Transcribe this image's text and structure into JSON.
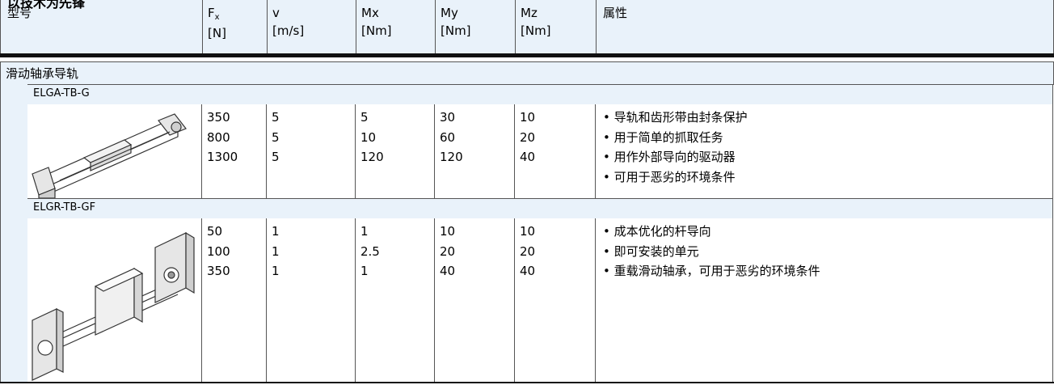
{
  "header": {
    "title": "以技术为先锋",
    "columns": {
      "type": "型号",
      "fx_main": "F",
      "fx_sub": "x",
      "fx_unit": "[N]",
      "v": "v",
      "v_unit": "[m/s]",
      "mx": "Mx",
      "mx_unit": "[Nm]",
      "my": "My",
      "my_unit": "[Nm]",
      "mz": "Mz",
      "mz_unit": "[Nm]",
      "properties": "属性"
    }
  },
  "section": {
    "label": "滑动轴承导轨"
  },
  "products": [
    {
      "name": "ELGA-TB-G",
      "fx": [
        "350",
        "800",
        "1300"
      ],
      "v": [
        "5",
        "5",
        "5"
      ],
      "mx": [
        "5",
        "10",
        "120"
      ],
      "my": [
        "30",
        "60",
        "120"
      ],
      "mz": [
        "10",
        "20",
        "40"
      ],
      "features": [
        "导轨和齿形带由封条保护",
        "用于简单的抓取任务",
        "用作外部导向的驱动器",
        "可用于恶劣的环境条件"
      ]
    },
    {
      "name": "ELGR-TB-GF",
      "fx": [
        "50",
        "100",
        "350"
      ],
      "v": [
        "1",
        "1",
        "1"
      ],
      "mx": [
        "1",
        "2.5",
        "1"
      ],
      "my": [
        "10",
        "20",
        "40"
      ],
      "mz": [
        "10",
        "20",
        "40"
      ],
      "features": [
        "成本优化的杆导向",
        "即可安装的单元",
        "重载滑动轴承，可用于恶劣的环境条件"
      ]
    }
  ],
  "colors": {
    "header_bg": "#e9f2fa",
    "border": "#555555",
    "rule": "#111111"
  }
}
